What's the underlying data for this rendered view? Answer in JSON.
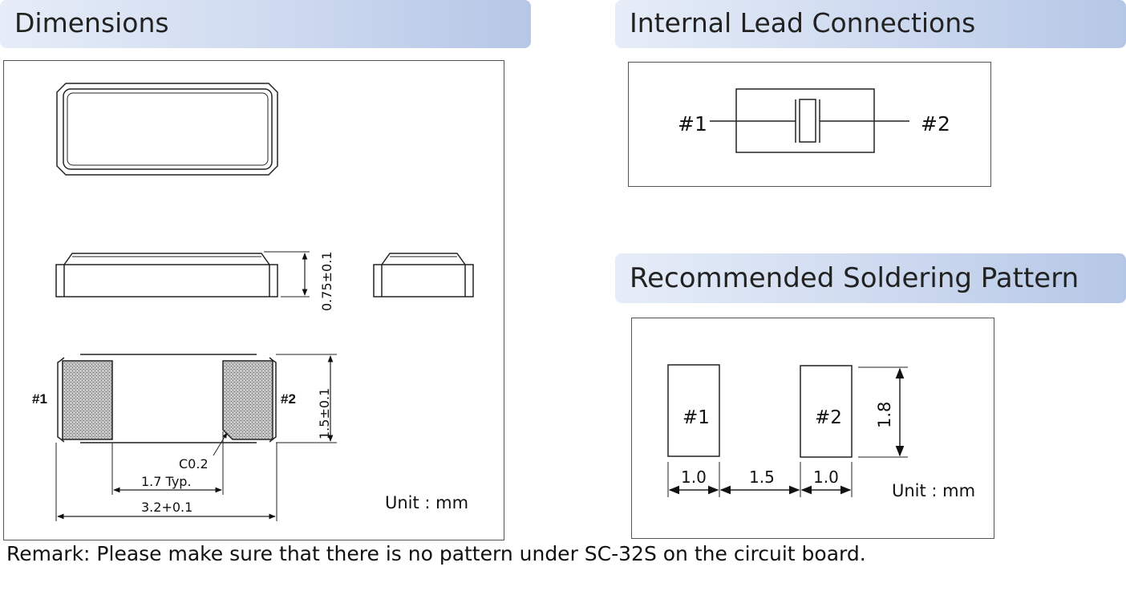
{
  "headers": {
    "dimensions": "Dimensions",
    "internal": "Internal Lead Connections",
    "soldering": "Recommended Soldering Pattern"
  },
  "dimensions": {
    "height_label": "0.75±0.1",
    "pin1": "#1",
    "pin2": "#2",
    "width_label": "1.5±0.1",
    "chamfer": "C0.2",
    "pitch": "1.7 Typ.",
    "length": "3.2+0.1",
    "unit": "Unit : mm"
  },
  "internal": {
    "pin1": "#1",
    "pin2": "#2"
  },
  "soldering": {
    "pad1": "#1",
    "pad2": "#2",
    "height": "1.8",
    "pad1_width": "1.0",
    "gap": "1.5",
    "pad2_width": "1.0",
    "unit": "Unit : mm"
  },
  "remark": "Remark: Please make sure that there is no pattern under SC-32S on the circuit board."
}
